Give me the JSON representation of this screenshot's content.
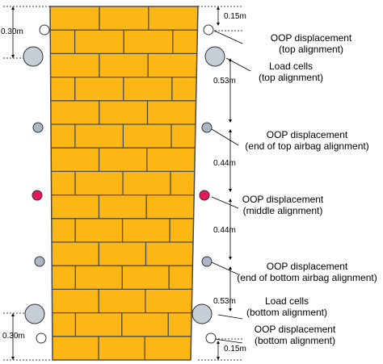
{
  "dimensions": {
    "left_top": "0.30m",
    "left_bottom": "0.30m",
    "right_top_gap": "0.15m",
    "right_top_to_loadcell": "0.53m",
    "right_mid_upper": "0.44m",
    "right_mid_lower": "0.44m",
    "right_bottom_to_loadcell": "0.53m",
    "right_bottom_gap": "0.15m"
  },
  "labels": {
    "oop_top": {
      "line1": "OOP displacement",
      "line2": "(top alignment)"
    },
    "loadcell_top": {
      "line1": "Load cells",
      "line2": "(top alignment)"
    },
    "oop_end_top_airbag": {
      "line1": "OOP displacement",
      "line2": "(end of top airbag alignment)"
    },
    "oop_middle": {
      "line1": "OOP displacement",
      "line2": "(middle alignment)"
    },
    "oop_end_bottom_airbag": {
      "line1": "OOP displacement",
      "line2": "(end of bottom airbag alignment)"
    },
    "loadcell_bottom": {
      "line1": "Load cells",
      "line2": "(bottom alignment)"
    },
    "oop_bottom": {
      "line1": "OOP displacement",
      "line2": "(bottom alignment)"
    }
  },
  "colors": {
    "brick": "#FDB714",
    "mortar": "#4a4a4a",
    "sensor_fill": "#ffffff",
    "loadcell_fill": "#c5cdd6",
    "small_sensor_fill": "#a9b7c6",
    "middle_sensor_fill": "#e8175d"
  }
}
